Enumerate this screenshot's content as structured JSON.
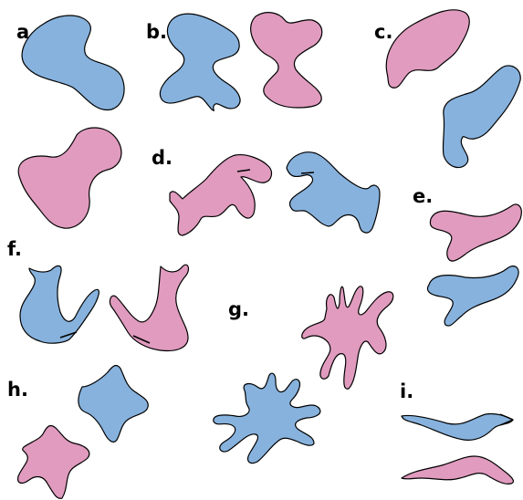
{
  "labels": {
    "a": "a.",
    "b": "b.",
    "c": "c.",
    "d": "d.",
    "e": "e.",
    "f": "f.",
    "g": "g.",
    "h": "h.",
    "i": "i."
  },
  "colors": {
    "blue": "#87b2dd",
    "pink": "#e09bbe",
    "outline": "#000000",
    "background": "#ffffff"
  }
}
